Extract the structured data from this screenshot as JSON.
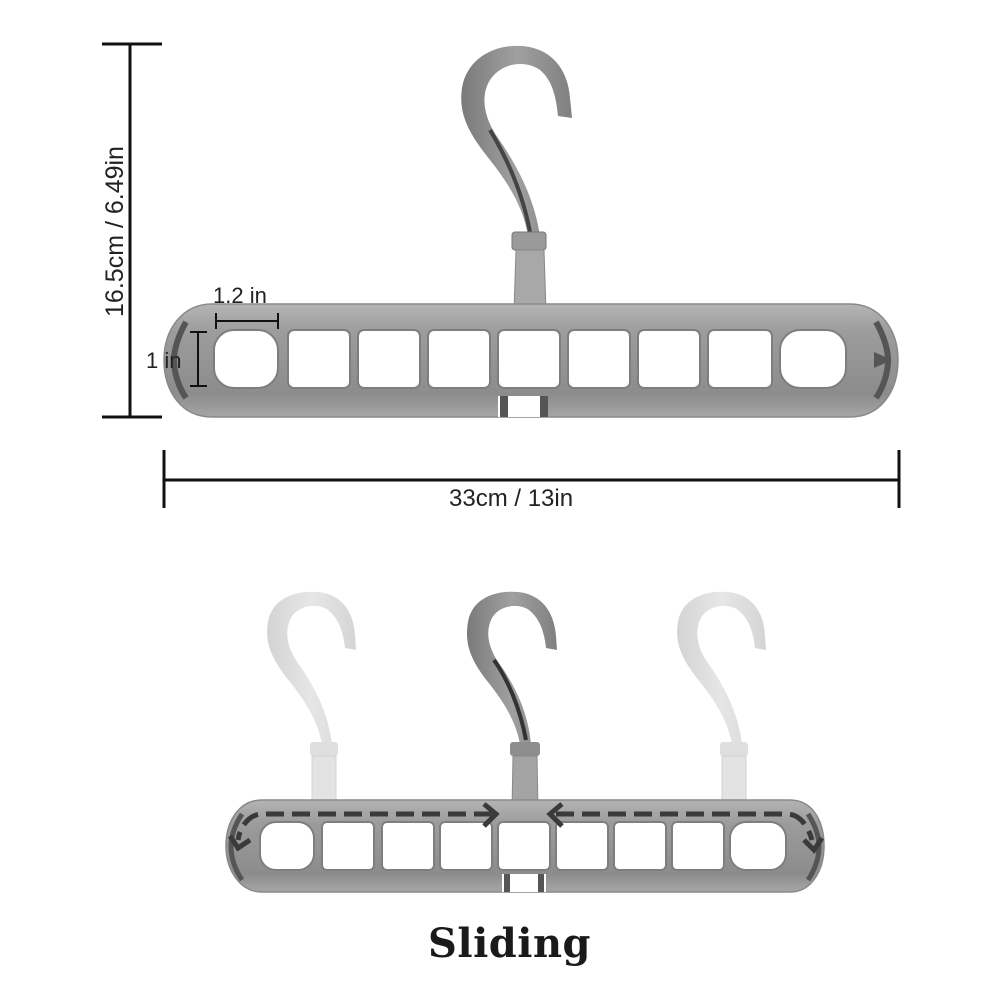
{
  "figure": {
    "top_diagram": {
      "name": "hanger-dimensions",
      "height_label": "16.5cm / 6.49in",
      "width_label": "33cm / 13in",
      "slot_width_label": "1.2 in",
      "slot_height_label": "1 in",
      "slot_count": 9
    },
    "bottom_diagram": {
      "name": "sliding-demo",
      "caption": "Sliding",
      "hook_positions": [
        "left-ghost",
        "center",
        "right-ghost"
      ],
      "slot_count": 9
    },
    "colors": {
      "hanger_gray": "#9a9a9a",
      "hanger_dark": "#6e6e6e",
      "hook_gray": "#8c8c8c",
      "ghost_gray": "#d4d4d4",
      "arrow_dark": "#3a3a3a",
      "dim_line": "#111111"
    }
  }
}
